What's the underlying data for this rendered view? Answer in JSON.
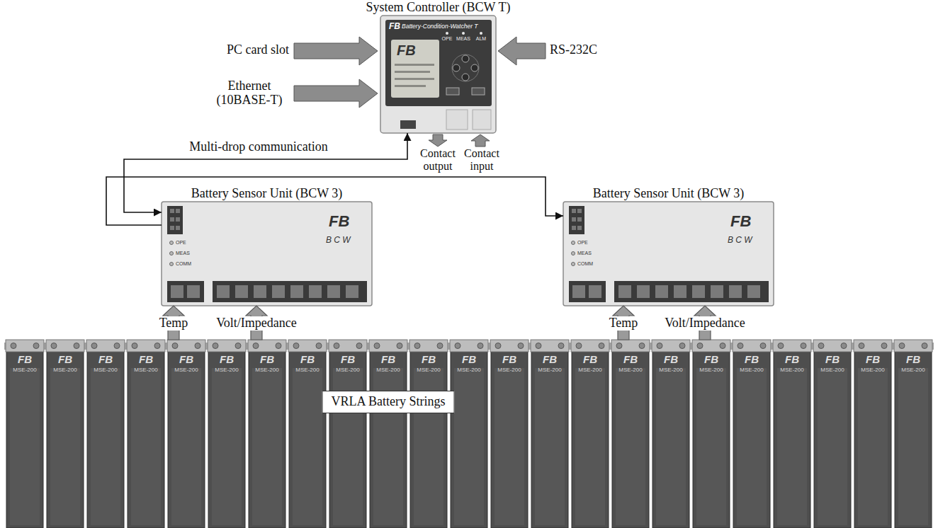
{
  "diagram": {
    "nodes": [
      {
        "text": [
          "System Controller (BCW T)"
        ]
      },
      {
        "text": [
          "Battery Sensor Unit (BCW 3)"
        ]
      },
      {
        "text": [
          "Battery Sensor Unit (BCW 3)"
        ]
      },
      {
        "text": [
          "VRLA Battery Strings"
        ]
      }
    ],
    "edges": [
      {
        "from": 0,
        "to": 1,
        "arrow": "both",
        "label": "Multi-drop communication"
      },
      {
        "from": 1,
        "to": 2,
        "arrow": "to"
      },
      {
        "from": 3,
        "to": 1,
        "arrow": "to",
        "label": "Temp"
      },
      {
        "from": 3,
        "to": 1,
        "arrow": "to",
        "label": "Volt/Impedance"
      },
      {
        "from": 3,
        "to": 2,
        "arrow": "to",
        "label": "Temp"
      },
      {
        "from": 3,
        "to": 2,
        "arrow": "to",
        "label": "Volt/Impedance"
      }
    ],
    "labels": [
      "PC card slot",
      "RS-232C",
      "FB",
      "Battery-Condition-Watcher T",
      "OPE",
      "MEAS",
      "ALM",
      "FB",
      "Ethernet (10BASE-T)",
      "Contact output",
      "Contact input",
      "OPE",
      "MEAS",
      "COMM",
      "FB",
      "B C W",
      "OPE",
      "MEAS",
      "COMM",
      "FB",
      "B C W",
      "FB",
      "MSE-200",
      "FB",
      "MSE-200",
      "FB",
      "MSE-200",
      "FB",
      "MSE-200",
      "FB",
      "MSE-200",
      "FB",
      "MSE-200",
      "FB",
      "MSE-200",
      "FB",
      "MSE-200",
      "FB",
      "MSE-200",
      "FB",
      "MSE-200",
      "FB",
      "MSE-200",
      "FB",
      "MSE-200",
      "FB",
      "MSE-200",
      "FB",
      "MSE-200",
      "FB",
      "MSE-200",
      "FB",
      "MSE-200",
      "FB",
      "MSE-200",
      "FB",
      "MSE-200",
      "FB",
      "MSE-200",
      "FB",
      "MSE-200",
      "FB",
      "MSE-200",
      "FB",
      "MSE-200",
      "FB",
      "MSE-200"
    ]
  }
}
